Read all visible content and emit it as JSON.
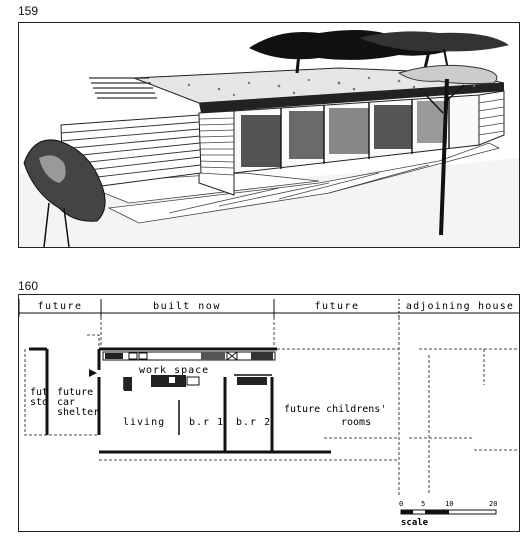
{
  "figures": [
    {
      "number": "159"
    },
    {
      "number": "160"
    }
  ],
  "plan": {
    "zones": [
      "future",
      "built now",
      "future",
      "adjoining house"
    ],
    "labels": {
      "work_space": "work space",
      "living": "living",
      "br1": "b.r 1",
      "br2": "b.r 2",
      "fut": "fut",
      "sto": "sto",
      "future_car_shelter_1": "future",
      "future_car_shelter_2": "car",
      "future_car_shelter_3": "shelter",
      "future_childrens": "future childrens'",
      "rooms": "rooms"
    },
    "scale": {
      "ticks": [
        "0",
        "5",
        "10",
        "20"
      ],
      "label": "scale"
    }
  }
}
